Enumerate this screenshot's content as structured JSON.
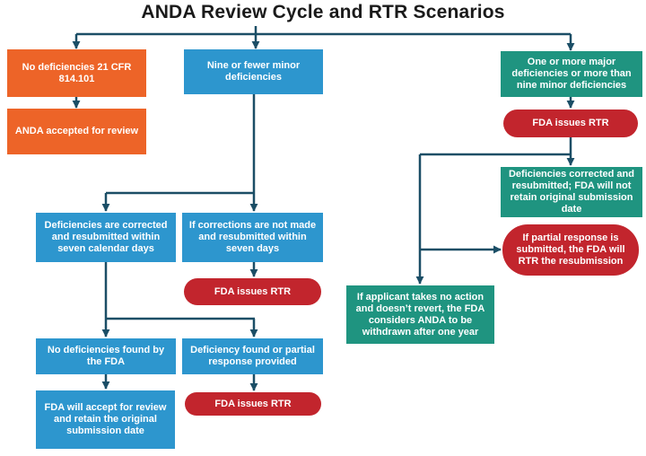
{
  "title": "ANDA Review Cycle and RTR Scenarios",
  "colors": {
    "orange": "#ED6428",
    "blue": "#2D96CE",
    "green": "#1F9480",
    "red": "#C2252D",
    "connector": "#1B4E66",
    "title_text": "#1A1A1A",
    "node_text": "#FFFFFF",
    "background": "#FFFFFF"
  },
  "nodes": {
    "no_deficiencies": {
      "text": "No deficiencies 21 CFR 814.101"
    },
    "anda_accepted": {
      "text": "ANDA accepted for review"
    },
    "nine_or_fewer": {
      "text": "Nine or fewer minor deficiencies"
    },
    "one_or_more_major": {
      "text": "One or more major deficiencies or more than nine minor deficiencies"
    },
    "fda_issues_rtr": {
      "text": "FDA issues RTR"
    },
    "corrected_resubmitted_no_retain": {
      "text": "Deficiencies corrected and resubmitted; FDA will not retain original submission date"
    },
    "partial_response_rtr": {
      "text": "If partial response is submitted, the FDA will RTR the resubmission"
    },
    "applicant_no_action": {
      "text": "If applicant takes no action and doesn’t revert, the FDA considers ANDA to be withdrawn after one year"
    },
    "corrected_seven_days": {
      "text": "Deficiencies are corrected and resubmitted within seven calendar days"
    },
    "corrections_not_made": {
      "text": "If corrections are not made and resubmitted within seven days"
    },
    "no_deficiencies_found": {
      "text": "No deficiencies found by the FDA"
    },
    "deficiency_found": {
      "text": "Deficiency found or partial response provided"
    },
    "fda_accept_retain": {
      "text": "FDA will accept for review and retain the original submission date"
    }
  }
}
